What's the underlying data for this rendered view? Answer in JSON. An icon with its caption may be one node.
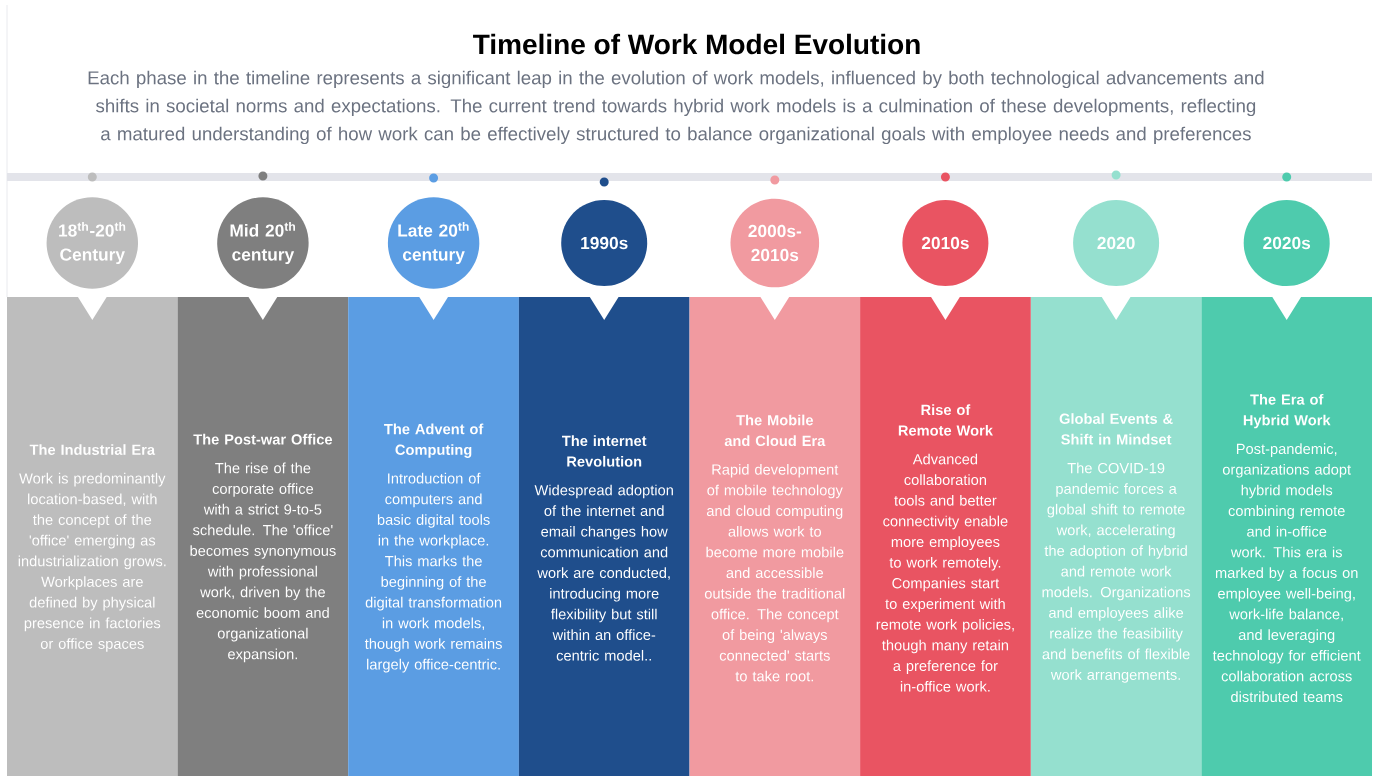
{
  "diagram": {
    "title": "Timeline of Work Model Evolution",
    "nodes": [
      {
        "text": [
          "18$^{th}$-20$^{th}$ Century"
        ]
      },
      {
        "text": [
          "Mid 20$^{th}$ century"
        ]
      },
      {
        "text": [
          "Late 20$^{th}$ century"
        ]
      },
      {
        "text": [
          "1990s"
        ]
      },
      {
        "text": [
          "2000s-2010s"
        ]
      },
      {
        "text": [
          "2010s"
        ]
      },
      {
        "text": [
          "2020"
        ]
      },
      {
        "text": [
          "2020s"
        ]
      },
      {
        "text": [
          "The Industrial Era",
          "Work is predominantly location-based, with the concept of the 'office' emerging as industrialization grows. Workplaces are defined by physical presence in factories or office spaces"
        ]
      },
      {
        "text": [
          "The Post-war Office",
          "The rise of the corporate office with a strict 9-to-5 schedule. The 'office' becomes synonymous with professional work, driven by the economic boom and organizational expansion."
        ]
      },
      {
        "text": [
          "The Advent of Computing",
          "Introduction of computers and basic digital tools in the workplace. This marks the beginning of the digital transformation in work models, though work remains largely office-centric."
        ]
      },
      {
        "text": [
          "The internet Revolution",
          "Widespread adoption of the internet and email changes how communication and work are conducted, introducing more flexibility but still within an office-centric model.."
        ]
      },
      {
        "text": [
          "The Mobile and Cloud Era",
          "Rapid development of mobile technology and cloud computing allows work to become more mobile and accessible outside the traditional office. The concept of being 'always connected' starts to take root."
        ]
      },
      {
        "text": [
          "Rise of Remote Work",
          "Advanced collaboration tools and better connectivity enable more employees to work remotely. Companies start to experiment with remote work policies, though many retain a preference for in-office work."
        ]
      },
      {
        "text": [
          "Global Events & Shift in Mindset",
          "The COVID-19 pandemic forces a global shift to remote work, accelerating the adoption of hybrid and remote work models. Organizations and employees alike realize the feasibility and benefits of flexible work arrangements."
        ]
      },
      {
        "text": [
          "The Era of Hybrid Work",
          "Post-pandemic, organizations adopt hybrid models combining remote and in-office work. This era is marked by a focus on employee well-being, work-life balance, and leveraging technology for efficient collaboration across distributed teams"
        ]
      }
    ],
    "labels": [
      "Each phase in the timeline represents a significant leap in the evolution of work models, influenced by both technological advancements and shifts in societal norms and expectations. The current trend towards hybrid work models is a culmination of these developments, reflecting a matured understanding of how work can be effectively structured to balance organizational goals with employee needs and preferences"
    ]
  }
}
